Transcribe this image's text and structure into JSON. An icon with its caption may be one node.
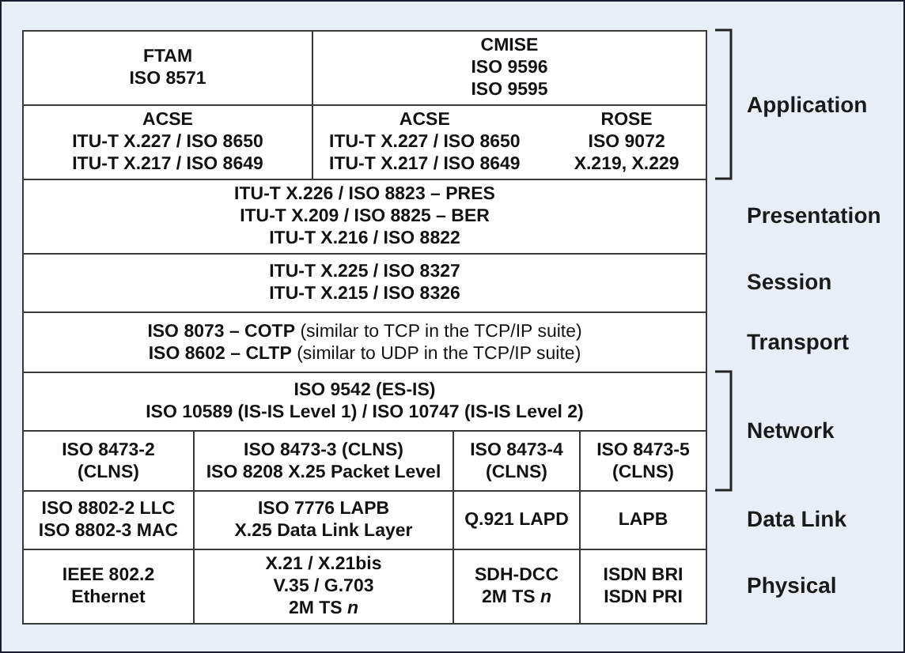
{
  "diagram": {
    "nodes": [
      {
        "text": [
          "FTAM",
          "ISO 8571"
        ]
      },
      {
        "text": [
          "CMISE",
          "ISO 9596",
          "ISO 9595"
        ]
      },
      {
        "text": [
          "ACSE",
          "ITU-T X.227 / ISO 8650",
          "ITU-T X.217 / ISO 8649"
        ]
      },
      {
        "text": [
          "ACSE",
          "ITU-T X.227 / ISO 8650",
          "ITU-T X.217 / ISO 8649",
          "ROSE",
          "ISO 9072",
          "X.219, X.229"
        ]
      },
      {
        "text": [
          "ITU-T X.226 / ISO 8823 – PRES",
          "ITU-T X.209 / ISO 8825 – BER",
          "ITU-T X.216 / ISO 8822"
        ]
      },
      {
        "text": [
          "ITU-T X.225 / ISO 8327",
          "ITU-T X.215 / ISO 8326"
        ]
      },
      {
        "text": [
          "**ISO 8073 – COTP** (similar to TCP in the TCP/IP suite)",
          "**ISO 8602 – CLTP** (similar to UDP in the TCP/IP suite)"
        ]
      },
      {
        "text": [
          "ISO 9542 (ES-IS)",
          "ISO 10589 (IS-IS Level 1) / ISO 10747 (IS-IS Level 2)"
        ]
      },
      {
        "text": [
          "ISO 8473-2 (CLNS)"
        ]
      },
      {
        "text": [
          "ISO 8473-3 (CLNS)",
          "ISO 8208 X.25 Packet Level"
        ]
      },
      {
        "text": [
          "ISO 8473-4 (CLNS)"
        ]
      },
      {
        "text": [
          "ISO 8473-5 (CLNS)"
        ]
      },
      {
        "text": [
          "ISO 8802-2 LLC",
          "ISO 8802-3 MAC"
        ]
      },
      {
        "text": [
          "ISO 7776 LAPB",
          "X.25 Data Link Layer"
        ]
      },
      {
        "text": [
          "Q.921 LAPD"
        ]
      },
      {
        "text": [
          "LAPB"
        ]
      },
      {
        "text": [
          "IEEE 802.2",
          "Ethernet"
        ]
      },
      {
        "text": [
          "X.21 / X.21bis",
          "V.35 / G.703",
          "2M TS *n*"
        ]
      },
      {
        "text": [
          "SDH-DCC",
          "2M TS *n*"
        ]
      },
      {
        "text": [
          "ISDN BRI",
          "ISDN PRI"
        ]
      }
    ],
    "labels": [
      "Application",
      "Presentation",
      "Session",
      "Transport",
      "Network",
      "Data Link",
      "Physical"
    ]
  }
}
